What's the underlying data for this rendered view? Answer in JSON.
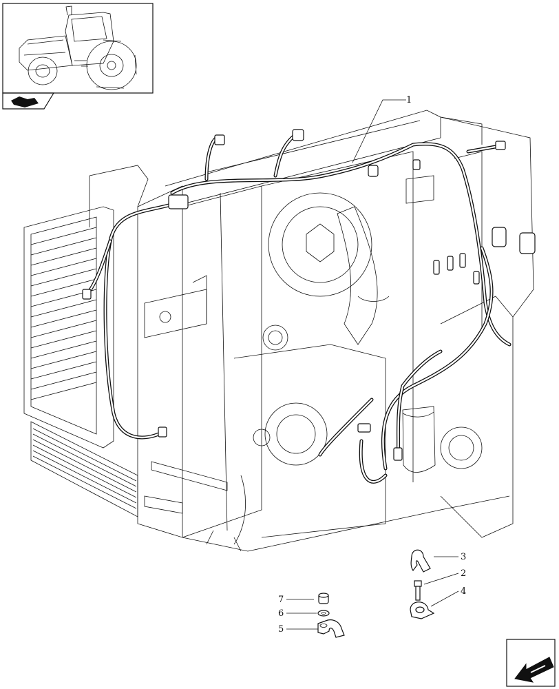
{
  "callouts": [
    {
      "number": "1",
      "part": "wiring harness"
    },
    {
      "number": "2",
      "part": "screw"
    },
    {
      "number": "3",
      "part": "clip"
    },
    {
      "number": "4",
      "part": "clip"
    },
    {
      "number": "5",
      "part": "clip"
    },
    {
      "number": "6",
      "part": "washer"
    },
    {
      "number": "7",
      "part": "nut"
    }
  ],
  "icons": {
    "thumbnail": "tractor-thumbnail-icon",
    "section": "section-marker-icon",
    "navigation": "next-page-arrow-icon"
  }
}
